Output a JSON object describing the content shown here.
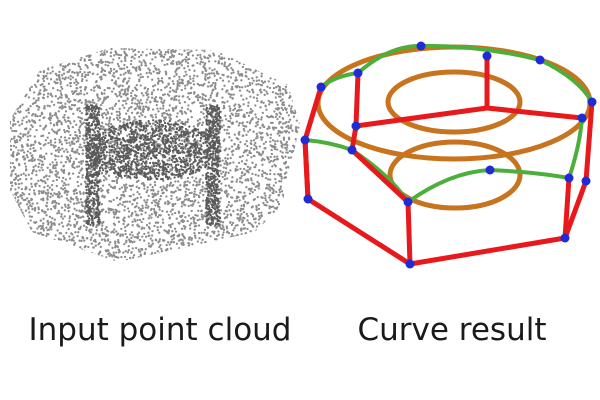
{
  "captions": {
    "left": "Input point cloud",
    "right": "Curve result"
  },
  "colors": {
    "background": "#ffffff",
    "points": "#8c8c8c",
    "points_dark": "#5a5a5a",
    "edge_red": "#e8191c",
    "edge_green": "#4caf3c",
    "circle_orange": "#c8731e",
    "vertex_blue": "#1f2bd6"
  },
  "panels": [
    {
      "name": "input-point-cloud",
      "kind": "point-cloud"
    },
    {
      "name": "curve-result",
      "kind": "curve-network"
    }
  ],
  "icons": {
    "vertex": "dot-icon"
  }
}
